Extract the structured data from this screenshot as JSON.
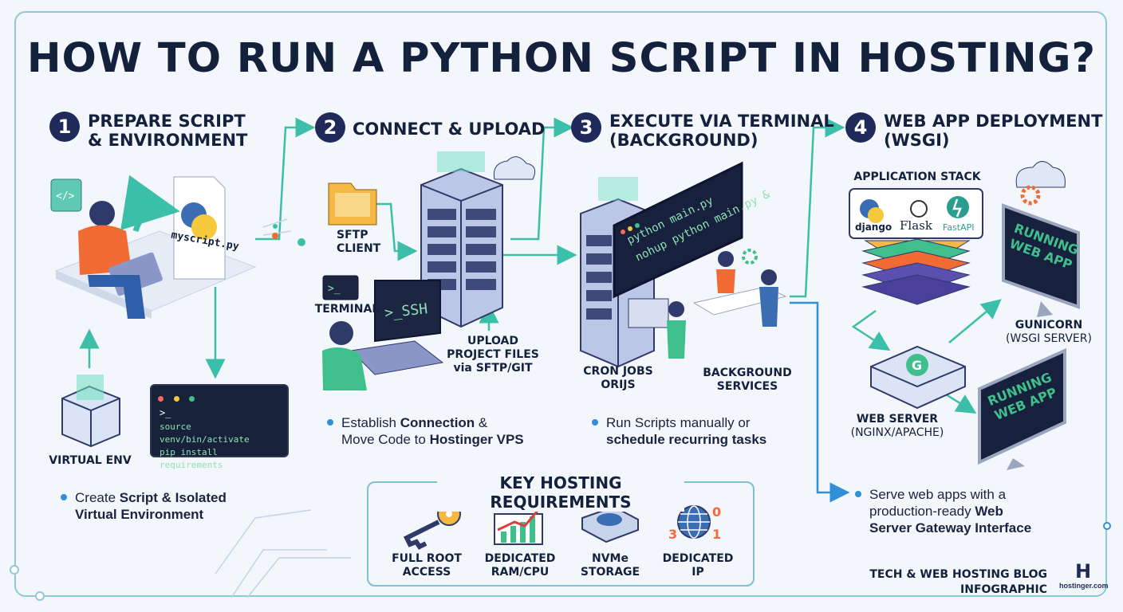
{
  "title": "HOW TO RUN A PYTHON SCRIPT IN HOSTING?",
  "steps": [
    {
      "num": "1",
      "title_l1": "PREPARE SCRIPT",
      "title_l2": "& ENVIRONMENT"
    },
    {
      "num": "2",
      "title_l1": "CONNECT & UPLOAD",
      "title_l2": ""
    },
    {
      "num": "3",
      "title_l1": "EXECUTE VIA TERMINAL",
      "title_l2": "(BACKGROUND)"
    },
    {
      "num": "4",
      "title_l1": "WEB APP DEPLOYMENT",
      "title_l2": "(WSGI)"
    }
  ],
  "step1": {
    "file_name": "myscript.py",
    "venv_label": "VIRTUAL ENV",
    "terminal_prompt": ">_",
    "terminal_lines": [
      "source venv/bin/activate",
      "pip install requirements"
    ],
    "desc_pre": "Create ",
    "desc_bold": "Script & Isolated",
    "desc_bold2": "Virtual Environment"
  },
  "step2": {
    "sftp_label_l1": "SFTP",
    "sftp_label_l2": "CLIENT",
    "terminal_label": "TERMINAL",
    "terminal_icon": ">_",
    "ssh_text": ">_SSH",
    "upload_l1": "UPLOAD",
    "upload_l2": "PROJECT FILES",
    "upload_l3": "via SFTP/GIT",
    "desc_l1_pre": "Establish ",
    "desc_l1_bold": "Connection",
    "desc_l1_post": " &",
    "desc_l2_pre": "Move Code to ",
    "desc_l2_bold": "Hostinger VPS"
  },
  "step3": {
    "screen_l1": "python main.py",
    "screen_l2": "nohup python main.py &",
    "cron_l1": "CRON JOBS",
    "cron_l2": "ORIJS",
    "bg_l1": "BACKGROUND",
    "bg_l2": "SERVICES",
    "desc_l1": "Run Scripts manually or",
    "desc_l2_bold": "schedule recurring tasks"
  },
  "step4": {
    "stack_label": "APPLICATION STACK",
    "frameworks": [
      "django",
      "Flask",
      "FastAPI"
    ],
    "running_l1": "RUNNING",
    "running_l2": "WEB APP",
    "gunicorn_l1": "GUNICORN",
    "gunicorn_l2": "(WSGI SERVER)",
    "webserver_l1": "WEB SERVER",
    "webserver_l2": "(NGINX/APACHE)",
    "desc_l1": "Serve web apps with a",
    "desc_l2_pre": "production-ready ",
    "desc_l2_bold": "Web",
    "desc_l3_bold": "Server Gateway Interface"
  },
  "requirements": {
    "title": "KEY HOSTING REQUIREMENTS",
    "items": [
      {
        "l1": "FULL ROOT",
        "l2": "ACCESS",
        "icon": "key-icon"
      },
      {
        "l1": "DEDICATED",
        "l2": "RAM/CPU",
        "icon": "chart-icon"
      },
      {
        "l1": "NVMe",
        "l2": "STORAGE",
        "icon": "disk-icon"
      },
      {
        "l1": "DEDICATED",
        "l2": "IP",
        "icon": "globe-icon"
      }
    ]
  },
  "footer": {
    "blog_l1": "TECH & WEB HOSTING BLOG",
    "blog_l2": "INFOGRAPHIC",
    "brand": "hostinger.com",
    "brand_letter": "H"
  },
  "colors": {
    "navy": "#1f2a5a",
    "teal": "#3cbfa8",
    "orange": "#f47b3c",
    "purple": "#5b4fb0",
    "dark": "#18213a"
  }
}
